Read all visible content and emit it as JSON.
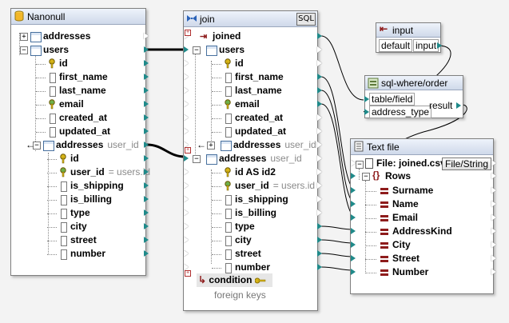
{
  "nanonull": {
    "title": "Nanonull",
    "items": [
      {
        "label": "addresses",
        "sub": ""
      },
      {
        "label": "users",
        "sub": ""
      },
      {
        "label": "id",
        "sub": ""
      },
      {
        "label": "first_name",
        "sub": ""
      },
      {
        "label": "last_name",
        "sub": ""
      },
      {
        "label": "email",
        "sub": ""
      },
      {
        "label": "created_at",
        "sub": ""
      },
      {
        "label": "updated_at",
        "sub": ""
      },
      {
        "label": "addresses",
        "sub": "user_id"
      },
      {
        "label": "id",
        "sub": ""
      },
      {
        "label": "user_id",
        "sub": "= users.id"
      },
      {
        "label": "is_shipping",
        "sub": ""
      },
      {
        "label": "is_billing",
        "sub": ""
      },
      {
        "label": "type",
        "sub": ""
      },
      {
        "label": "city",
        "sub": ""
      },
      {
        "label": "street",
        "sub": ""
      },
      {
        "label": "number",
        "sub": ""
      }
    ]
  },
  "join": {
    "title": "join",
    "badge": "SQL",
    "items": [
      {
        "label": "joined",
        "sub": ""
      },
      {
        "label": "users",
        "sub": ""
      },
      {
        "label": "id",
        "sub": ""
      },
      {
        "label": "first_name",
        "sub": ""
      },
      {
        "label": "last_name",
        "sub": ""
      },
      {
        "label": "email",
        "sub": ""
      },
      {
        "label": "created_at",
        "sub": ""
      },
      {
        "label": "updated_at",
        "sub": ""
      },
      {
        "label": "addresses",
        "sub": "user_id"
      },
      {
        "label": "addresses",
        "sub": "user_id"
      },
      {
        "label": "id AS id2",
        "sub": ""
      },
      {
        "label": "user_id",
        "sub": "= users.id"
      },
      {
        "label": "is_shipping",
        "sub": ""
      },
      {
        "label": "is_billing",
        "sub": ""
      },
      {
        "label": "type",
        "sub": ""
      },
      {
        "label": "city",
        "sub": ""
      },
      {
        "label": "street",
        "sub": ""
      },
      {
        "label": "number",
        "sub": ""
      }
    ],
    "condition": "condition",
    "footer": "foreign keys"
  },
  "input_fn": {
    "title": "input",
    "left": "default",
    "right": "input"
  },
  "sql_where": {
    "title": "sql-where/order",
    "in1": "table/field",
    "in2": "address_type",
    "out": "result"
  },
  "textfile": {
    "title": "Text file",
    "file_label": "File: joined.csv",
    "file_button": "File/String",
    "rows_label": "Rows",
    "fields": [
      "Surname",
      "Name",
      "Email",
      "AddressKind",
      "City",
      "Street",
      "Number"
    ]
  },
  "colors": {
    "connector": "#1f8a8a",
    "text_field": "#8e1c1c",
    "thick_line": "#000000"
  }
}
